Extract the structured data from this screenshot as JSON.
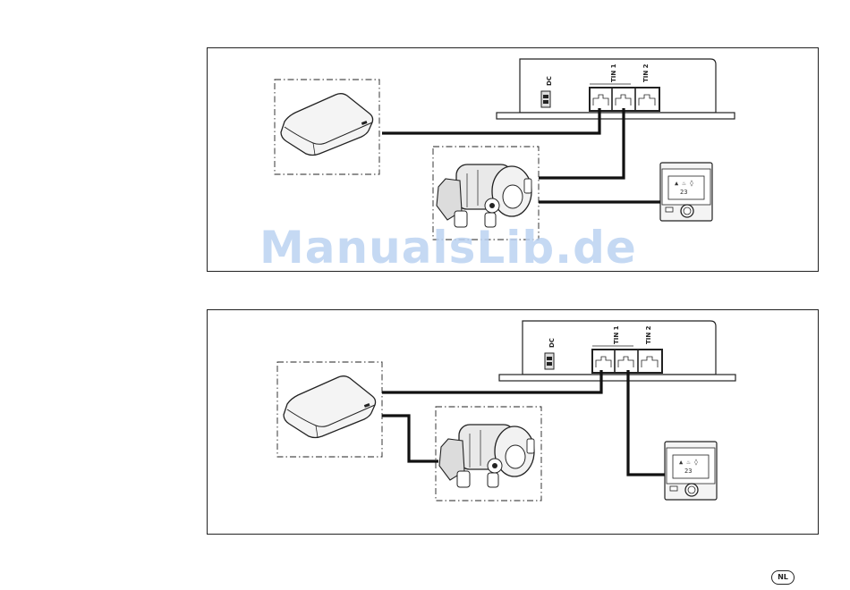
{
  "diagrams": [
    {
      "ports": {
        "dc": "DC",
        "tin1": "TIN 1",
        "tin2": "TIN 2"
      },
      "panel_reading": "23"
    },
    {
      "ports": {
        "dc": "DC",
        "tin1": "TIN 1",
        "tin2": "TIN 2"
      },
      "panel_reading": "23"
    }
  ],
  "watermark": "ManualsLib.de",
  "language_badge": "NL",
  "icons": [
    "ac-unit-icon",
    "heater-icon",
    "control-panel-icon",
    "connector-box-icon"
  ]
}
